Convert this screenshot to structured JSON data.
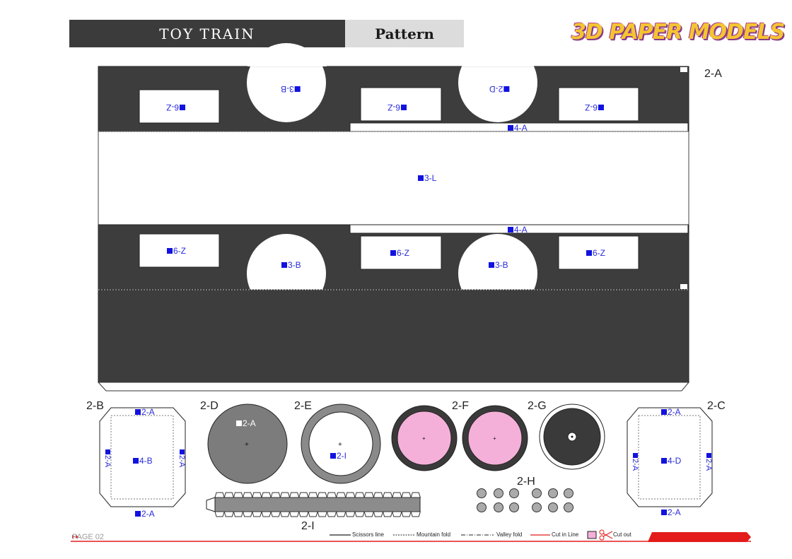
{
  "header": {
    "title": "TOY TRAIN",
    "subtitle": "Pattern",
    "brand": "3D PAPER MODELS"
  },
  "parts": {
    "main": "2-A",
    "b": "2-B",
    "c": "2-C",
    "d": "2-D",
    "e": "2-E",
    "f": "2-F",
    "g": "2-G",
    "h": "2-H",
    "i": "2-I"
  },
  "marks": {
    "z6": "6-Z",
    "b3": "3-B",
    "d2": "2-D",
    "a4": "4-A",
    "l3": "3-L",
    "a2": "2-A",
    "b4": "4-B",
    "d4": "4-D",
    "i2": "2-I"
  },
  "footer": {
    "page": "PAGE 02",
    "legend": {
      "scissors": "Scissors line",
      "mountain": "Mountain fold",
      "valley": "Valley fold",
      "cutin": "Cut in Line",
      "cutout": "Cut out"
    }
  },
  "colors": {
    "dark": "#3d3d3d",
    "pink": "#f4b0d8",
    "red": "#e31b1b",
    "blue": "#2a2adb"
  }
}
